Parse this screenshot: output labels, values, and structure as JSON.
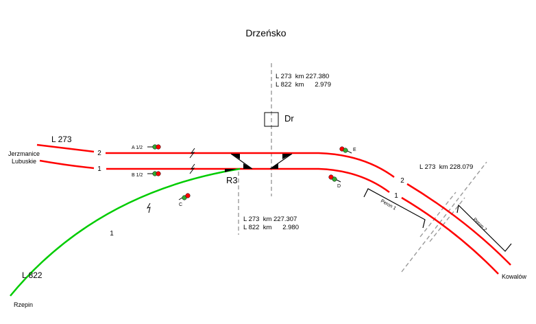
{
  "station": {
    "name": "Drzeńsko",
    "post_label": "Dr",
    "junction_label": "R3"
  },
  "lines": {
    "l273": "L 273",
    "l822": "L 822"
  },
  "destinations": {
    "west_1": "Jerzmanice",
    "west_2": "Lubuskie",
    "south": "Rzepin",
    "east": "Kowalów"
  },
  "track_numbers": {
    "west_2": "2",
    "west_1": "1",
    "east_2": "2",
    "east_1": "1",
    "green_1": "1"
  },
  "km_markers": {
    "axis_top": {
      "line1": "L 273  km 227.380",
      "line2": "L 822  km      2.979"
    },
    "axis_bottom": {
      "line1": "L 273  km 227.307",
      "line2": "L 822  km      2.980"
    },
    "crossing": "L 273  km 228.079"
  },
  "signals": {
    "a": "A 1/2",
    "b": "B 1/2",
    "c": "C",
    "d": "D",
    "e": "E"
  },
  "platforms": {
    "p1": "Peron 1",
    "p2": "Peron 2"
  },
  "colors": {
    "main_track": "#ff0000",
    "branch_track": "#00cc00",
    "signal_red": "#ff0000",
    "signal_green": "#33aa33"
  }
}
